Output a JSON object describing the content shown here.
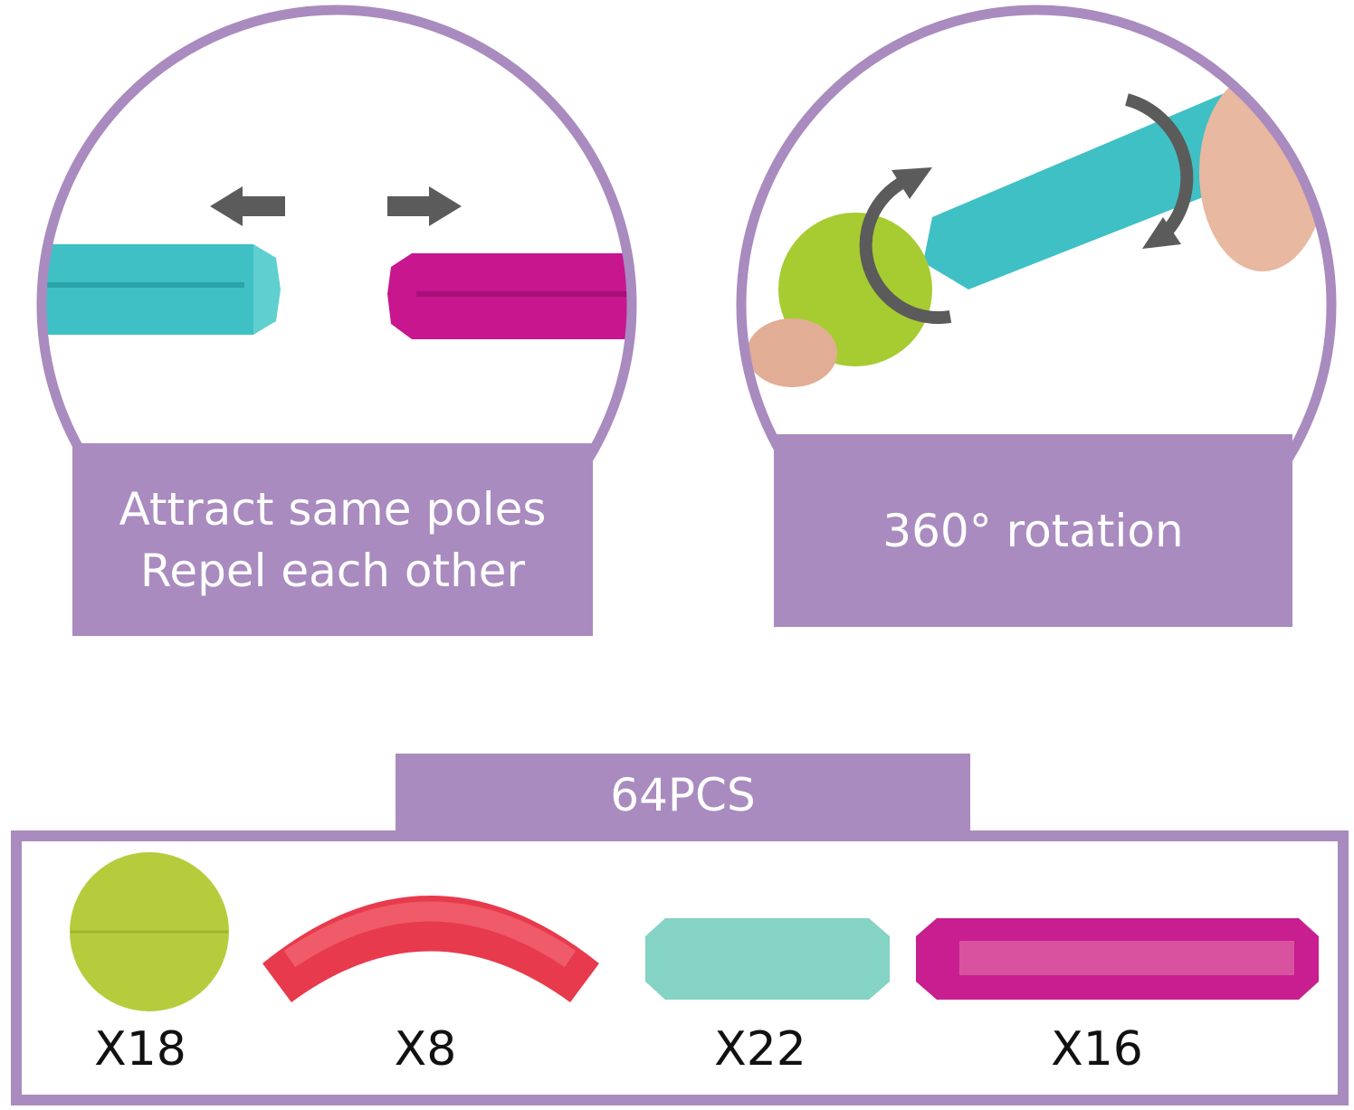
{
  "features": [
    {
      "lines": [
        "Attract same poles",
        "Repel each other"
      ]
    },
    {
      "lines": [
        "360° rotation"
      ]
    }
  ],
  "set_label": "64PCS",
  "pieces": [
    {
      "name": "ball",
      "count": "X18",
      "color": "#b6cc3d"
    },
    {
      "name": "curved-connector",
      "count": "X8",
      "color": "#e83a4d"
    },
    {
      "name": "short-rod",
      "count": "X22",
      "color": "#84d3c4"
    },
    {
      "name": "long-rod",
      "count": "X16",
      "color": "#c81e8f"
    }
  ],
  "colors": {
    "accent": "#a98bbf",
    "arrow": "#5b5b5b",
    "teal": "#3fc0c4",
    "magenta": "#c8168f"
  }
}
